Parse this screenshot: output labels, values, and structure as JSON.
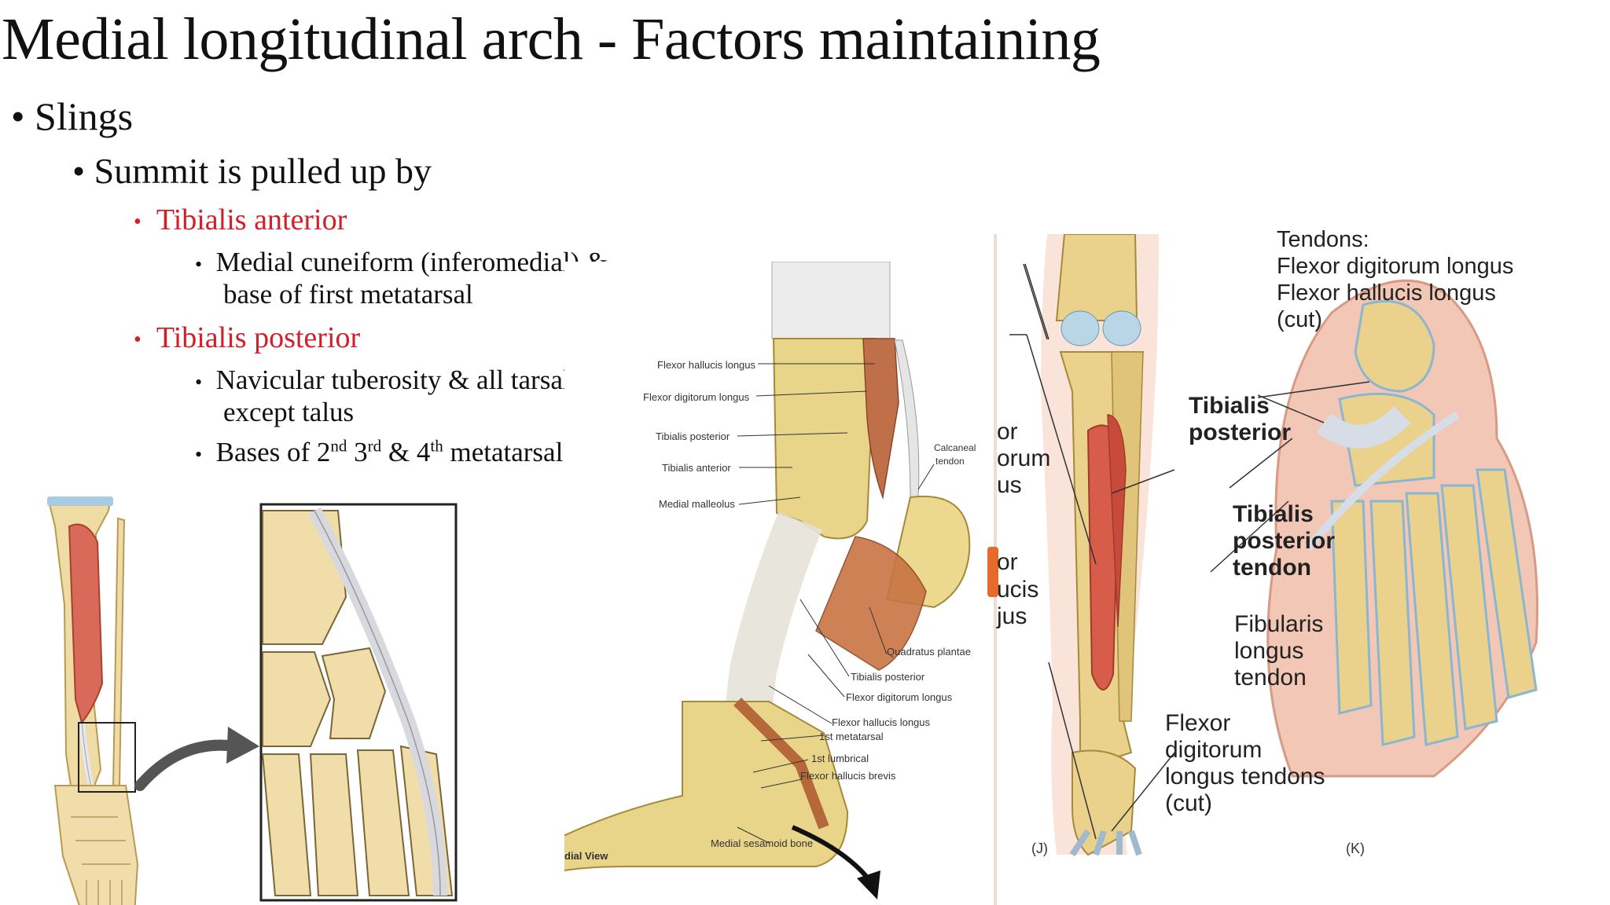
{
  "title": "Medial longitudinal arch - Factors maintaining",
  "bullets": {
    "slings": "Slings",
    "summit": "Summit is pulled up by",
    "tibialis_anterior": "Tibialis anterior",
    "ta_detail_1": "Medial cuneiform (inferomedial) &",
    "ta_detail_2": "base of first metatarsal",
    "tibialis_posterior": "Tibialis posterior",
    "tp_detail_1": "Navicular tuberosity & all tarsal",
    "tp_detail_2": "except talus",
    "bases_pre": "Bases of 2",
    "bases_sup1": "nd",
    "bases_mid1": " 3",
    "bases_sup2": "rd",
    "bases_mid2": " & 4",
    "bases_sup3": "th",
    "bases_post": " metatarsal"
  },
  "medial_view": {
    "labels_left": [
      "Flexor hallucis longus",
      "Flexor digitorum longus",
      "Tibialis posterior",
      "Tibialis anterior",
      "Medial malleolus"
    ],
    "calcaneal_1": "Calcaneal",
    "calcaneal_2": "tendon",
    "labels_right": [
      "Quadratus plantae",
      "Tibialis posterior",
      "Flexor digitorum longus",
      "Flexor hallucis longus",
      "1st metatarsal",
      "1st lumbrical",
      "Flexor hallucis brevis"
    ],
    "sesamoid": "Medial sesamoid bone",
    "view_caption": "dial View"
  },
  "posterior_leg": {
    "cut_left": [
      "or",
      "orum",
      "us",
      "or",
      "ucis",
      "jus"
    ],
    "tp_1": "Tibialis",
    "tp_2": "posterior",
    "fdl_1": "Flexor",
    "fdl_2": "digitorum",
    "fdl_3": "longus tendons",
    "fdl_4": "(cut)",
    "caption": "(J)"
  },
  "plantar_foot": {
    "tendons_1": "Tendons:",
    "tendons_2": "Flexor digitorum longus",
    "tendons_3": "Flexor hallucis longus",
    "tendons_4": "(cut)",
    "tpt_1": "Tibialis",
    "tpt_2": "posterior",
    "tpt_3": "tendon",
    "fib_1": "Fibularis",
    "fib_2": "longus",
    "fib_3": "tendon",
    "caption": "(K)"
  }
}
